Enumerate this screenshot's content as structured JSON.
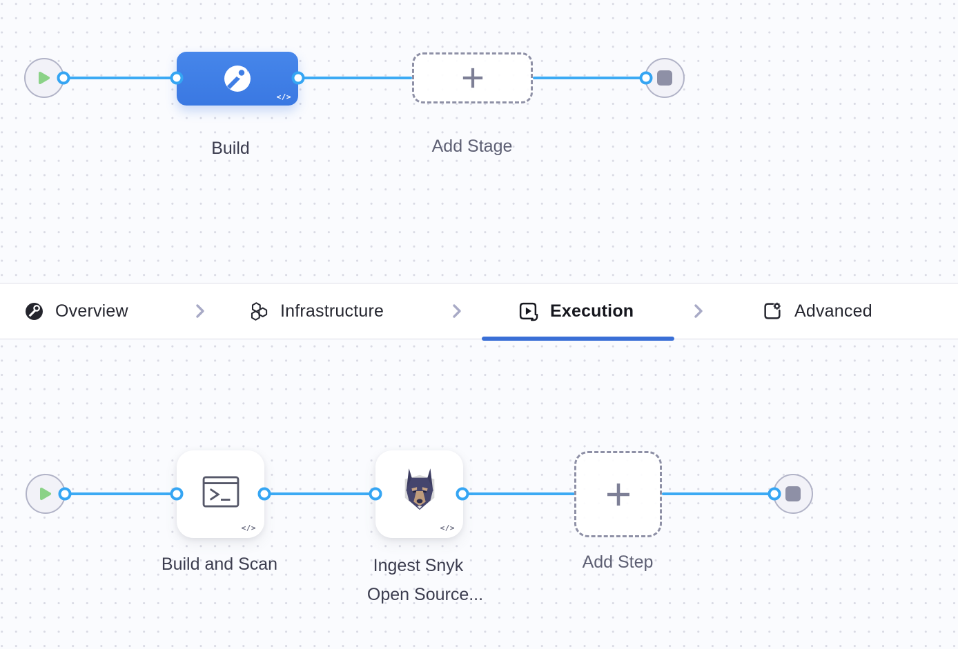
{
  "pipeline_stage_canvas": {
    "stage_build": {
      "label": "Build",
      "code_badge": "</>"
    },
    "add_stage": {
      "label": "Add Stage"
    }
  },
  "tab_bar": {
    "tabs": [
      {
        "label": "Overview",
        "active": false
      },
      {
        "label": "Infrastructure",
        "active": false
      },
      {
        "label": "Execution",
        "active": true
      },
      {
        "label": "Advanced",
        "active": false
      }
    ]
  },
  "execution_canvas": {
    "steps": [
      {
        "label": "Build and Scan",
        "code_badge": "</>"
      },
      {
        "label_lines": [
          "Ingest Snyk",
          "Open Source..."
        ],
        "code_badge": "</>"
      }
    ],
    "add_step": {
      "label": "Add Step"
    }
  },
  "colors": {
    "edge_blue": "#3caaf4",
    "connector_blue": "#35a5f3",
    "stage_blue": "#3f7ee5",
    "active_tab_underline": "#3a6fd6",
    "node_square_gray": "#8e90a6",
    "play_green": "#8bd287",
    "canvas_bg": "#fafbfe"
  }
}
